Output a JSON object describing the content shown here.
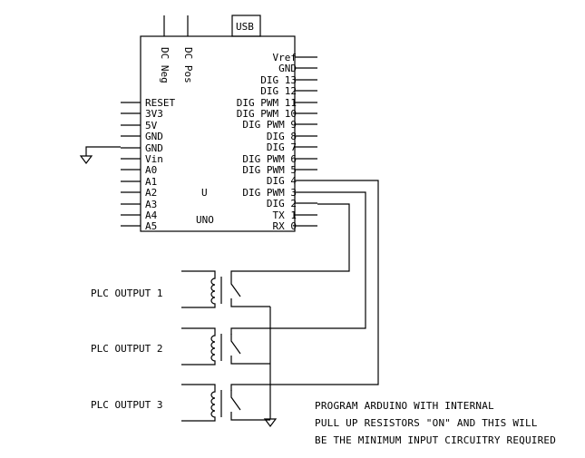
{
  "board": {
    "name": "UNO",
    "ref": "U",
    "usb_label": "USB",
    "dc_neg": "DC Neg",
    "dc_pos": "DC Pos",
    "left_pins": [
      "RESET",
      "3V3",
      "5V",
      "GND",
      "GND",
      "Vin",
      "A0",
      "A1",
      "A2",
      "A3",
      "A4",
      "A5"
    ],
    "right_pins": [
      "Vref",
      "GND",
      "DIG 13",
      "DIG 12",
      "DIG PWM 11",
      "DIG PWM 10",
      "DIG PWM 9",
      "DIG 8",
      "DIG 7",
      "DIG PWM 6",
      "DIG PWM 5",
      "DIG 4",
      "DIG PWM 3",
      "DIG 2",
      "TX 1",
      "RX 0"
    ]
  },
  "plc": {
    "outputs": [
      "PLC OUTPUT 1",
      "PLC OUTPUT 2",
      "PLC OUTPUT 3"
    ]
  },
  "note": {
    "lines": [
      "PROGRAM ARDUINO WITH INTERNAL",
      "PULL UP RESISTORS \"ON\" AND THIS WILL",
      "BE THE MINIMUM INPUT CIRCUITRY REQUIRED"
    ]
  }
}
